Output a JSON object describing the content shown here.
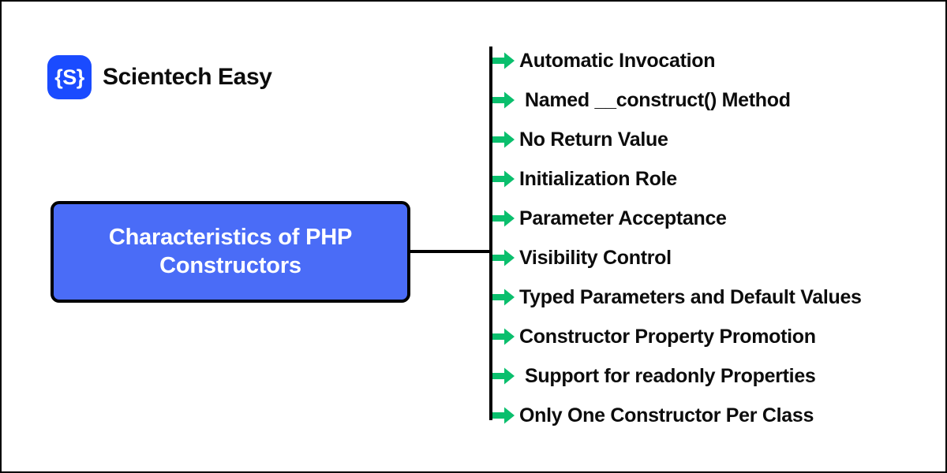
{
  "brand": {
    "mark_text": "{S}",
    "mark_icon": "scientech-logo-icon",
    "name": "Scientech Easy",
    "mark_color": "#1A4BFF"
  },
  "diagram": {
    "type": "mind-map",
    "root": {
      "label": "Characteristics of PHP Constructors",
      "fill_color": "#4A6CF7",
      "border_color": "#000000",
      "text_color": "#FFFFFF"
    },
    "bullet_icon": "green-arrow-icon",
    "bullet_color": "#0ABF6D",
    "branches": [
      {
        "label": "Automatic Invocation",
        "indented": false
      },
      {
        "label": "Named __construct() Method",
        "indented": true
      },
      {
        "label": "No Return Value",
        "indented": false
      },
      {
        "label": "Initialization Role",
        "indented": false
      },
      {
        "label": "Parameter Acceptance",
        "indented": false
      },
      {
        "label": "Visibility Control",
        "indented": false
      },
      {
        "label": "Typed Parameters and Default Values",
        "indented": false
      },
      {
        "label": "Constructor Property Promotion",
        "indented": false
      },
      {
        "label": "Support for readonly Properties",
        "indented": true
      },
      {
        "label": "Only One Constructor Per Class",
        "indented": false
      }
    ]
  }
}
